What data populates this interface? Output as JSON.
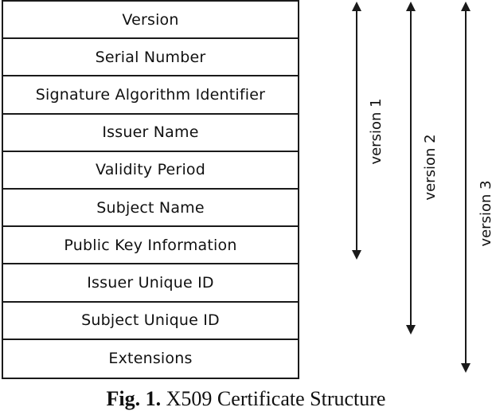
{
  "fields": [
    "Version",
    "Serial Number",
    "Signature Algorithm Identifier",
    "Issuer Name",
    "Validity Period",
    "Subject Name",
    "Public Key Information",
    "Issuer Unique ID",
    "Subject Unique ID",
    "Extensions"
  ],
  "versions": [
    {
      "label": "version 1",
      "covers_through": "Public Key Information"
    },
    {
      "label": "version 2",
      "covers_through": "Subject Unique ID"
    },
    {
      "label": "version 3",
      "covers_through": "Extensions"
    }
  ],
  "caption": {
    "label": "Fig. 1.",
    "text": "X509 Certificate Structure"
  }
}
